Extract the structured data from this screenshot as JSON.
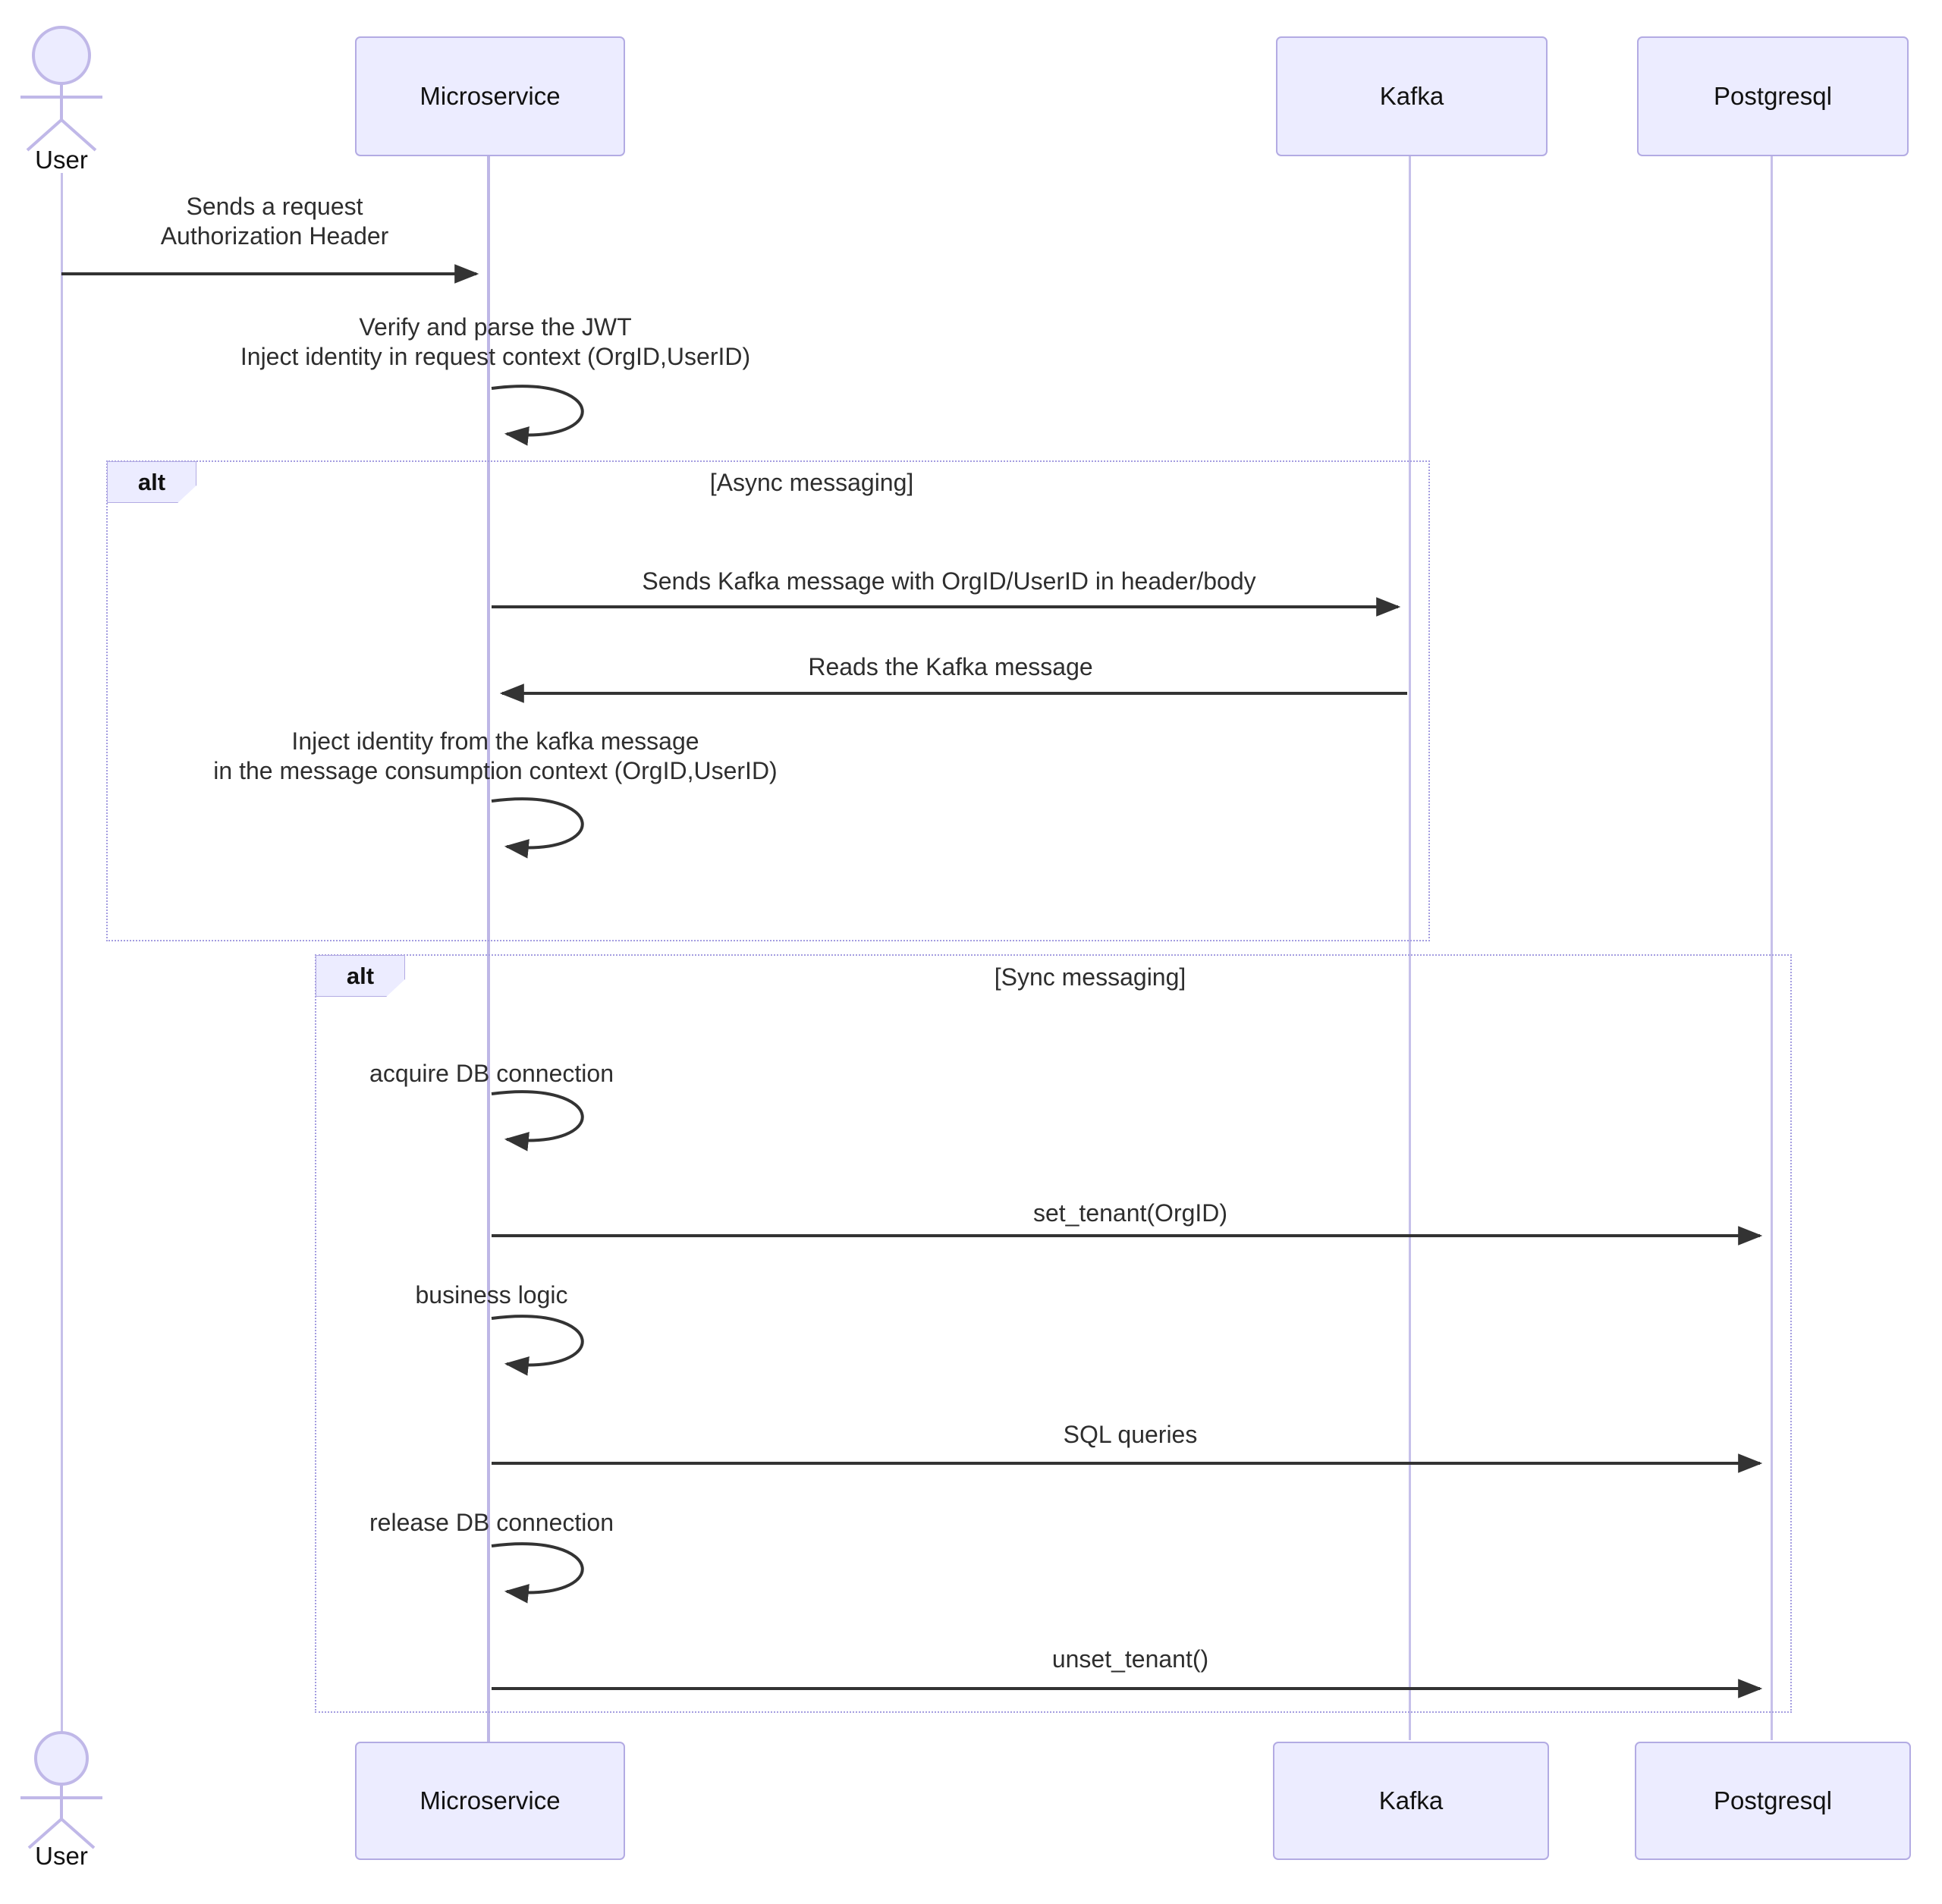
{
  "diagram": {
    "type": "sequence-diagram",
    "participants": [
      {
        "id": "user",
        "kind": "actor",
        "label": "User"
      },
      {
        "id": "microservice",
        "kind": "participant",
        "label": "Microservice"
      },
      {
        "id": "kafka",
        "kind": "participant",
        "label": "Kafka"
      },
      {
        "id": "postgresql",
        "kind": "participant",
        "label": "Postgresql"
      }
    ],
    "messages": [
      {
        "from": "User",
        "to": "Microservice",
        "kind": "arrow",
        "text": "Sends a request\nAuthorization Header"
      },
      {
        "from": "Microservice",
        "to": "Microservice",
        "kind": "self-loop",
        "text": "Verify and parse the JWT\nInject identity in request context (OrgID,UserID)"
      },
      {
        "from": "Microservice",
        "to": "Kafka",
        "kind": "arrow",
        "text": "Sends Kafka message with OrgID/UserID in header/body"
      },
      {
        "from": "Kafka",
        "to": "Microservice",
        "kind": "arrow",
        "text": "Reads the Kafka message"
      },
      {
        "from": "Microservice",
        "to": "Microservice",
        "kind": "self-loop",
        "text": "Inject identity from the kafka message\nin the message consumption context (OrgID,UserID)"
      },
      {
        "from": "Microservice",
        "to": "Microservice",
        "kind": "self-loop",
        "text": "acquire DB connection"
      },
      {
        "from": "Microservice",
        "to": "Postgresql",
        "kind": "arrow",
        "text": "set_tenant(OrgID)"
      },
      {
        "from": "Microservice",
        "to": "Microservice",
        "kind": "self-loop",
        "text": "business logic"
      },
      {
        "from": "Microservice",
        "to": "Postgresql",
        "kind": "arrow",
        "text": "SQL queries"
      },
      {
        "from": "Microservice",
        "to": "Microservice",
        "kind": "self-loop",
        "text": "release DB connection"
      },
      {
        "from": "Microservice",
        "to": "Postgresql",
        "kind": "arrow",
        "text": "unset_tenant()"
      }
    ],
    "alt_blocks": [
      {
        "operator": "alt",
        "condition": "[Async messaging]"
      },
      {
        "operator": "alt",
        "condition": "[Sync messaging]"
      }
    ],
    "colors": {
      "participant_fill": "#ECECFF",
      "participant_border": "#B3ABE3",
      "lifeline": "#C6C0EA",
      "frame_border": "#A49DE0",
      "arrow": "#333333",
      "text": "#2E2E2E"
    }
  }
}
